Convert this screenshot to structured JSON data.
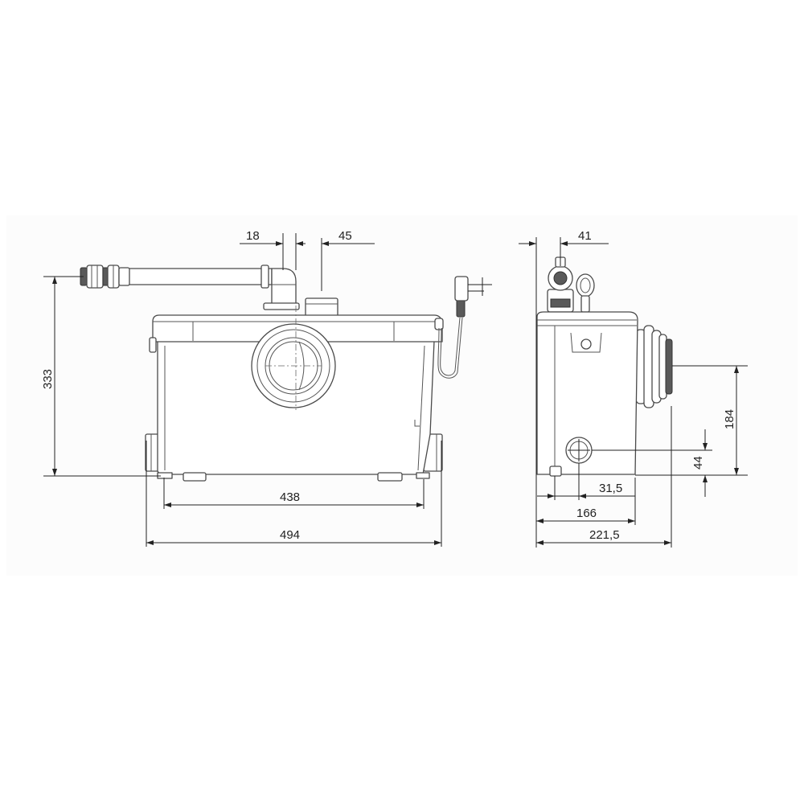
{
  "front_view": {
    "dimensions": {
      "pipe_offset": "18",
      "vent_offset": "45",
      "height": "333",
      "feet_spacing": "438",
      "width": "494"
    }
  },
  "side_view": {
    "dimensions": {
      "top_offset": "41",
      "outlet_height": "184",
      "inlet_height": "44",
      "inlet_offset": "31,5",
      "body_depth": "166",
      "total_depth": "221,5"
    }
  }
}
